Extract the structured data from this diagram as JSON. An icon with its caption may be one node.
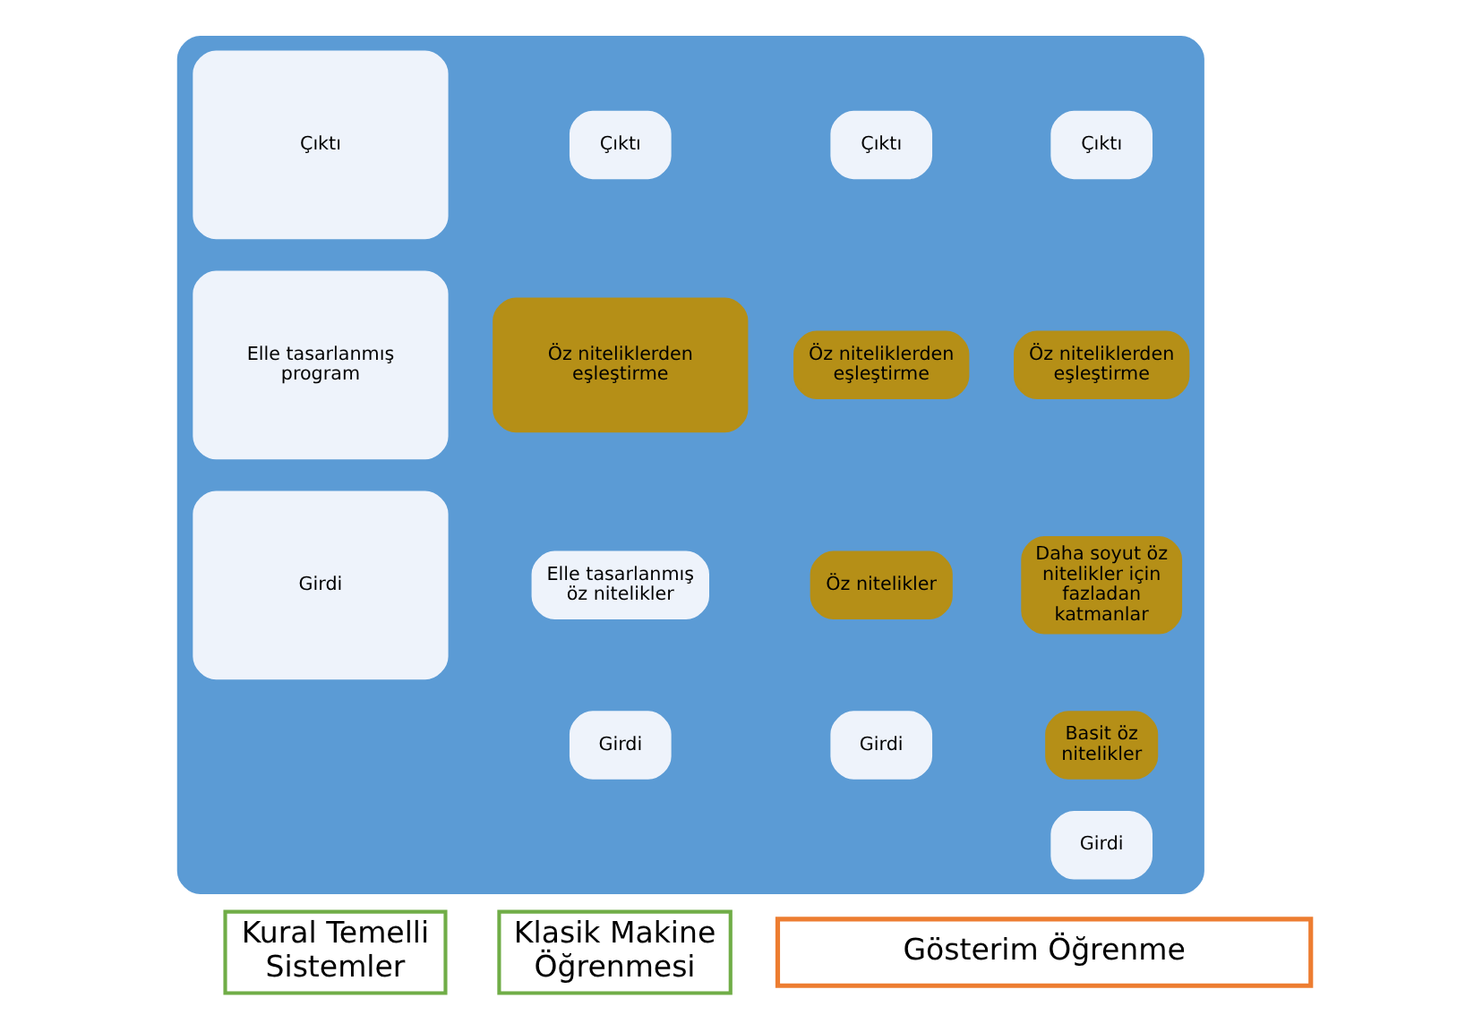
{
  "diagram": {
    "nodes": [
      {
        "text": [],
        "shape": "box"
      },
      {
        "text": [
          "Çıktı"
        ],
        "in": 0
      },
      {
        "text": [
          "Elle tasarlanmış program"
        ],
        "in": 0
      },
      {
        "text": [
          "Girdi"
        ],
        "in": 0
      },
      {
        "text": [
          "Çıktı"
        ],
        "in": 0
      },
      {
        "text": [
          "Öz niteliklerden eşleştirme"
        ],
        "in": 0
      },
      {
        "text": [
          "Elle tasarlanmış öz nitelikler"
        ],
        "in": 0
      },
      {
        "text": [
          "Girdi"
        ],
        "in": 0
      },
      {
        "text": [
          "Çıktı"
        ],
        "in": 0
      },
      {
        "text": [
          "Öz niteliklerden eşleştirme"
        ],
        "in": 0
      },
      {
        "text": [
          "Öz nitelikler"
        ],
        "in": 0
      },
      {
        "text": [
          "Girdi"
        ],
        "in": 0
      },
      {
        "text": [
          "Çıktı"
        ],
        "in": 0
      },
      {
        "text": [
          "Öz niteliklerden eşleştirme"
        ],
        "in": 0
      },
      {
        "text": [
          "Daha soyut öz nitelikler için fazladan katmanlar"
        ],
        "in": 0
      },
      {
        "text": [
          "Basit öz nitelikler"
        ],
        "in": 0
      },
      {
        "text": [
          "Girdi"
        ],
        "in": 0
      },
      {
        "text": [
          "Kural Temelli Sistemler"
        ]
      },
      {
        "text": [
          "Klasik Makine Öğrenmesi"
        ]
      },
      {
        "text": [
          "Gösterim Öğrenme"
        ]
      }
    ],
    "edges": []
  }
}
